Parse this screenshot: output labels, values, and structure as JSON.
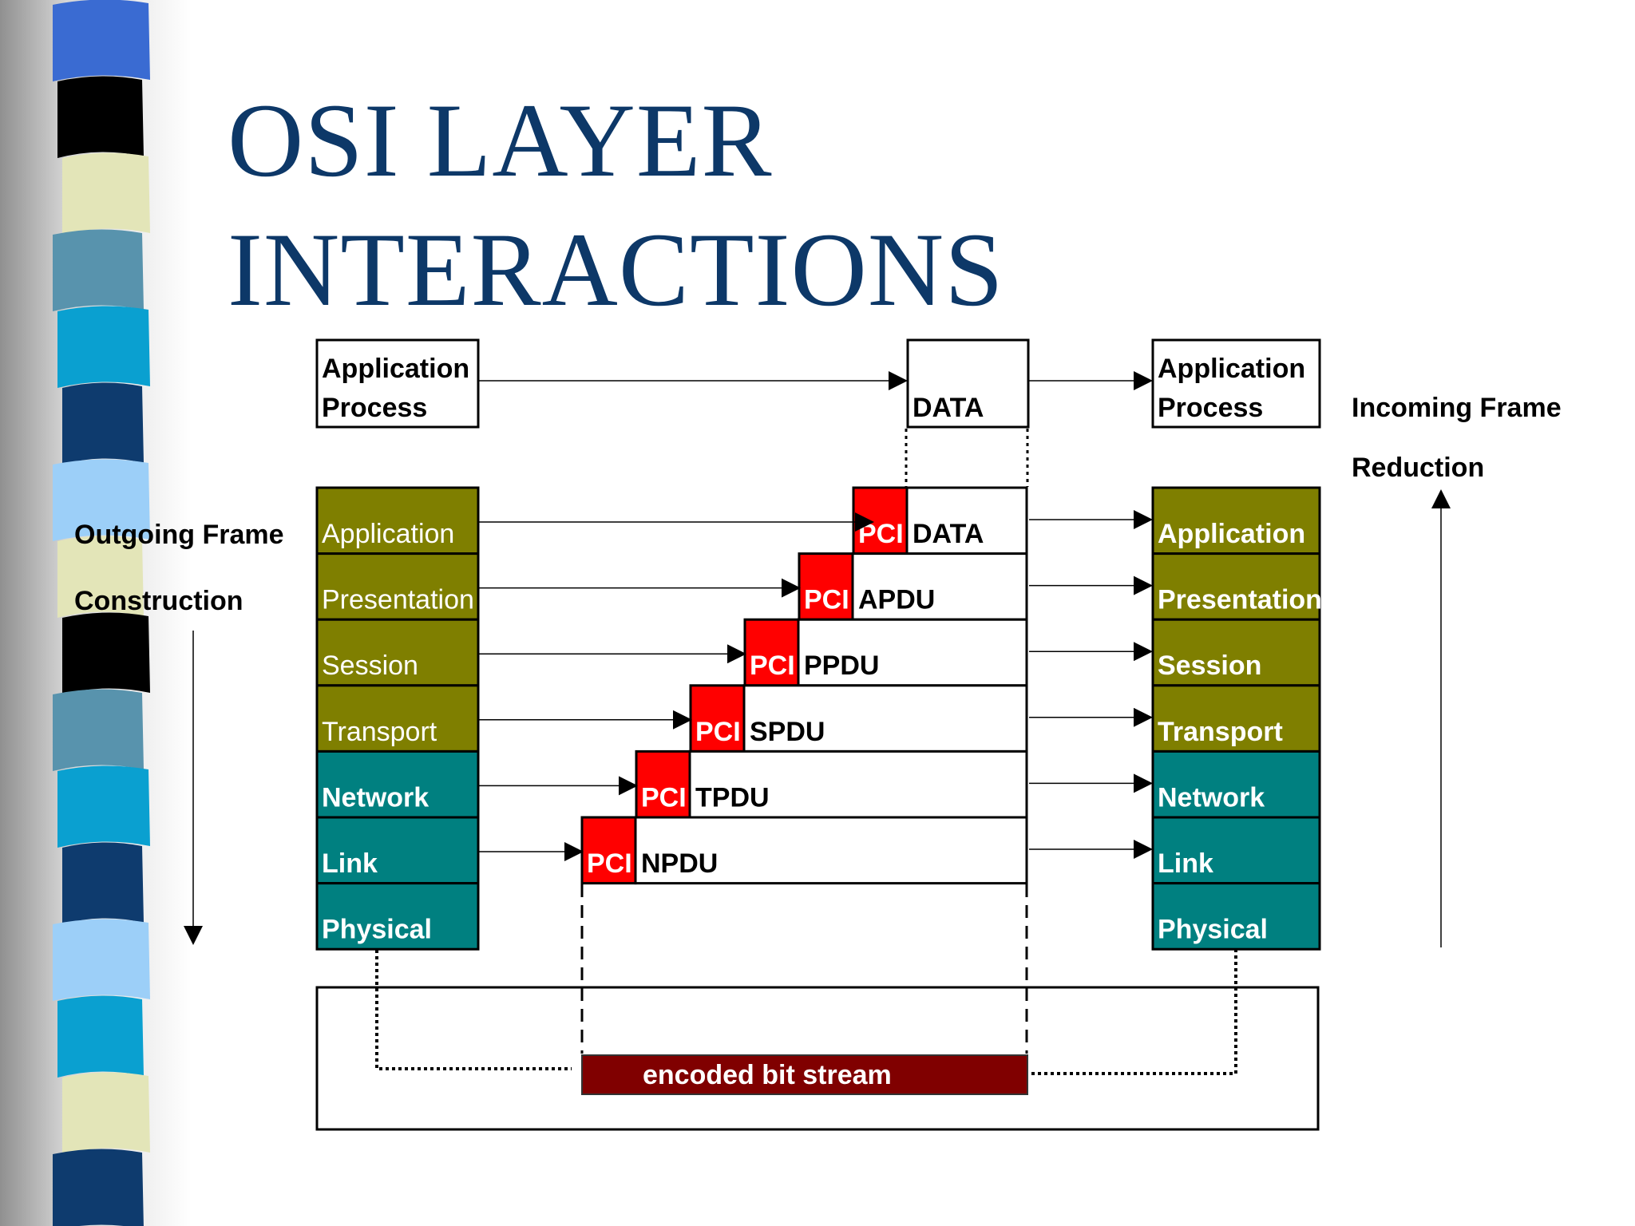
{
  "title_line1": "OSI LAYER",
  "title_line2": "INTERACTIONS",
  "left_annotation": {
    "line1": "Outgoing Frame",
    "line2": "Construction"
  },
  "right_annotation": {
    "line1": "Incoming Frame",
    "line2": "Reduction"
  },
  "app_process_label": {
    "line1": "Application",
    "line2": "Process"
  },
  "data_label": "DATA",
  "pci_label": "PCI",
  "layers": [
    {
      "name": "Application",
      "group": "upper",
      "pdu": "DATA"
    },
    {
      "name": "Presentation",
      "group": "upper",
      "pdu": "APDU"
    },
    {
      "name": "Session",
      "group": "upper",
      "pdu": "PPDU"
    },
    {
      "name": "Transport",
      "group": "upper",
      "pdu": "SPDU"
    },
    {
      "name": "Network",
      "group": "lower",
      "pdu": "TPDU"
    },
    {
      "name": "Link",
      "group": "lower",
      "pdu": "NPDU"
    },
    {
      "name": "Physical",
      "group": "lower",
      "pdu": null
    }
  ],
  "bit_stream_label": "encoded bit stream",
  "colors": {
    "title": "#0d3868",
    "upper_layer": "#7f7f00",
    "lower_layer": "#008080",
    "pci": "#ff0000",
    "bit_stream": "#800000",
    "text_dark": "#000000",
    "text_light": "#ffffff"
  },
  "stripe_colors": [
    "#3a6bd2",
    "#000000",
    "#e3e5b8",
    "#5893ad",
    "#0aa0d0",
    "#0e3b6e",
    "#9ccff8",
    "#e3e5b8",
    "#000000",
    "#5893ad",
    "#0aa0d0",
    "#0e3b6e",
    "#9ccff8",
    "#0aa0d0",
    "#e3e5b8",
    "#0e3b6e"
  ]
}
